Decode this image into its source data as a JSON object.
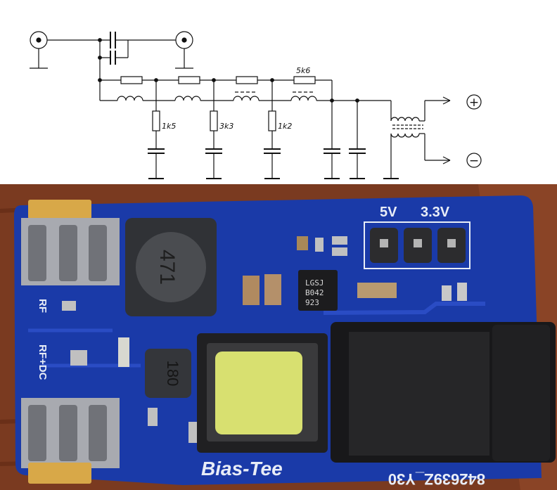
{
  "schematic": {
    "resistor_labels": {
      "r1": "1k5",
      "r2": "3k3",
      "r3": "1k2",
      "r_top": "5k6"
    },
    "outputs": {
      "plus": "+",
      "minus": "−"
    }
  },
  "board": {
    "voltage_labels": {
      "v5": "5V",
      "v33": "3.3V"
    },
    "port_labels": {
      "rf": "RF",
      "rf_dc": "RF+DC"
    },
    "inductor_marks": {
      "large": "471",
      "small": "180"
    },
    "ic_marking": {
      "line1": "LGSJ",
      "line2": "B042",
      "line3": "923"
    },
    "product_name": "Bias-Tee",
    "serial": "842639Z_Y30"
  },
  "colors": {
    "pcb": "#1a3aa8",
    "wood": "#7a3a20",
    "gold": "#d8a848",
    "trace": "#2a4cc4"
  }
}
